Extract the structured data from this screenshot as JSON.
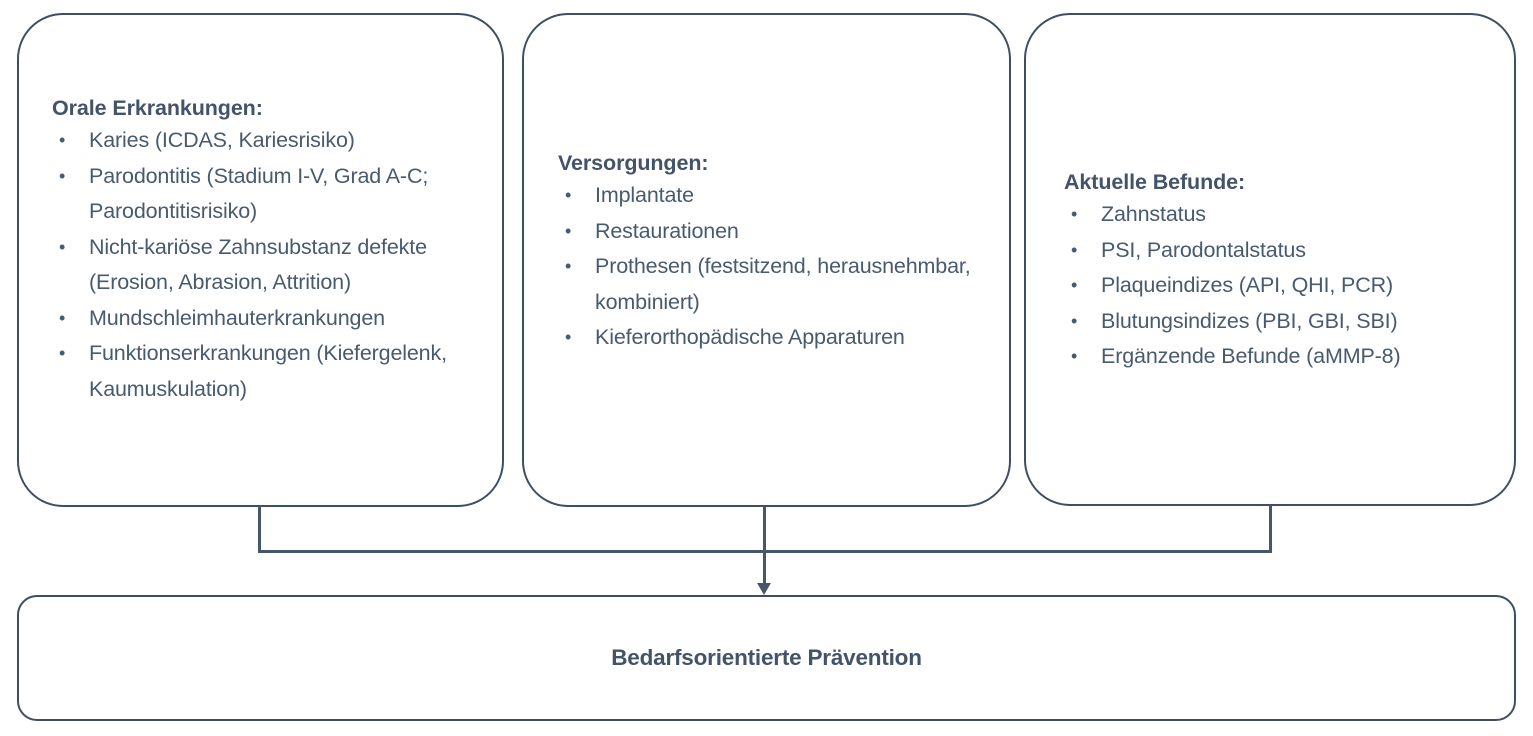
{
  "diagram": {
    "type": "flowchart",
    "orientation": "three-inputs-converging-to-one-output",
    "line_color": "#3f4e62",
    "text_color": "#485a6e",
    "heading_color": "#43536a",
    "background_color": "#ffffff",
    "cards": [
      {
        "id": "orale-erkrankungen",
        "title": "Orale Erkrankungen:",
        "items": [
          "Karies (ICDAS, Kariesrisiko)",
          "Parodontitis (Stadium I-V, Grad A-C; Parodontitisrisiko)",
          "Nicht-kariöse Zahnsubstanz defekte (Erosion, Abrasion, Attrition)",
          "Mundschleimhauterkrankungen",
          "Funktionserkrankungen (Kiefergelenk, Kaumuskulation)"
        ]
      },
      {
        "id": "versorgungen",
        "title": "Versorgungen:",
        "items": [
          "Implantate",
          "Restaurationen",
          "Prothesen (festsitzend, herausnehmbar, kombiniert)",
          "Kieferorthopädische Apparaturen"
        ]
      },
      {
        "id": "aktuelle-befunde",
        "title": "Aktuelle Befunde:",
        "items": [
          "Zahnstatus",
          "PSI, Parodontalstatus",
          "Plaqueindizes (API, QHI, PCR)",
          "Blutungsindizes (PBI, GBI, SBI)",
          "Ergänzende Befunde (aMMP-8)"
        ]
      }
    ],
    "output": {
      "id": "bedarfsorientierte-praevention",
      "label": "Bedarfsorientierte Prävention"
    },
    "connector": {
      "arrow_icon": "arrow-down-icon"
    }
  }
}
